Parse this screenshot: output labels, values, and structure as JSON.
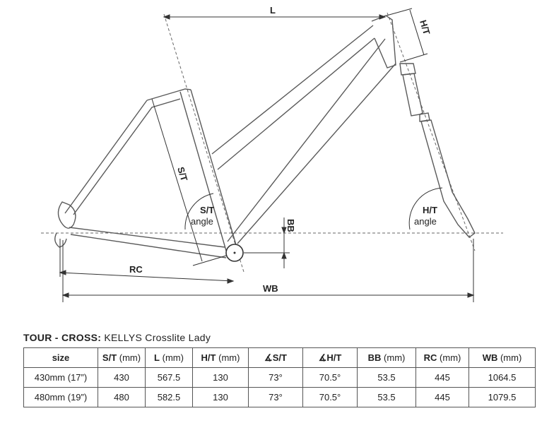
{
  "diagram": {
    "labels": {
      "L": "L",
      "HT": "H/T",
      "ST": "S/T",
      "ST_angle_line1": "S/T",
      "ST_angle_line2": "angle",
      "HT_angle_line1": "H/T",
      "HT_angle_line2": "angle",
      "BB": "BB",
      "RC": "RC",
      "WB": "WB"
    },
    "colors": {
      "frame": "#5a5a5a",
      "dim_line": "#333333",
      "center_line": "#666666"
    }
  },
  "table": {
    "category": "TOUR - CROSS:",
    "model": "KELLYS Crosslite Lady",
    "headers": [
      {
        "main": "size",
        "unit": ""
      },
      {
        "main": "S/T",
        "unit": "(mm)"
      },
      {
        "main": "L",
        "unit": "(mm)"
      },
      {
        "main": "H/T",
        "unit": "(mm)"
      },
      {
        "main": "∡S/T",
        "unit": ""
      },
      {
        "main": "∡H/T",
        "unit": ""
      },
      {
        "main": "BB",
        "unit": "(mm)"
      },
      {
        "main": "RC",
        "unit": "(mm)"
      },
      {
        "main": "WB",
        "unit": "(mm)"
      }
    ],
    "rows": [
      [
        "430mm (17”)",
        "430",
        "567.5",
        "130",
        "73°",
        "70.5°",
        "53.5",
        "445",
        "1064.5"
      ],
      [
        "480mm (19”)",
        "480",
        "582.5",
        "130",
        "73°",
        "70.5°",
        "53.5",
        "445",
        "1079.5"
      ]
    ]
  }
}
